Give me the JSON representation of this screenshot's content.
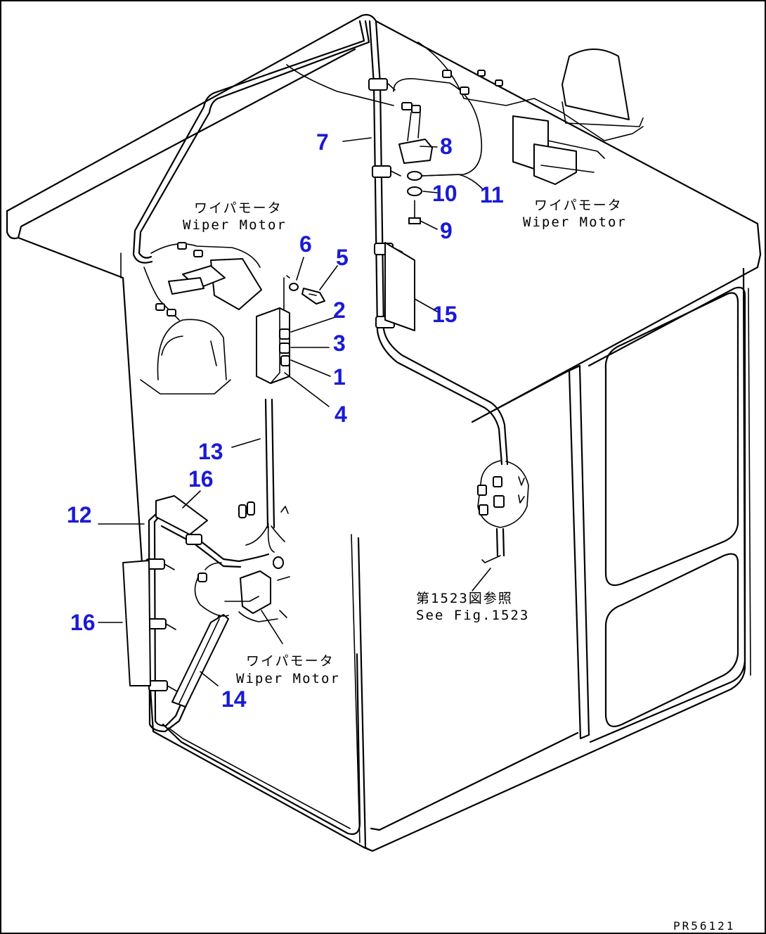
{
  "callouts": {
    "c1": "1",
    "c2": "2",
    "c3": "3",
    "c4": "4",
    "c5": "5",
    "c6": "6",
    "c7": "7",
    "c8": "8",
    "c9": "9",
    "c10": "10",
    "c11": "11",
    "c12": "12",
    "c13": "13",
    "c14": "14",
    "c15": "15",
    "c16a": "16",
    "c16b": "16"
  },
  "notes": {
    "wiper_left_jp": "ワイパモータ",
    "wiper_left_en": "Wiper Motor",
    "wiper_right_jp": "ワイパモータ",
    "wiper_right_en": "Wiper Motor",
    "wiper_bottom_jp": "ワイパモータ",
    "wiper_bottom_en": "Wiper Motor",
    "see_fig_jp": "第1523図参照",
    "see_fig_en": "See Fig.1523"
  },
  "figure_code": "PR56121"
}
